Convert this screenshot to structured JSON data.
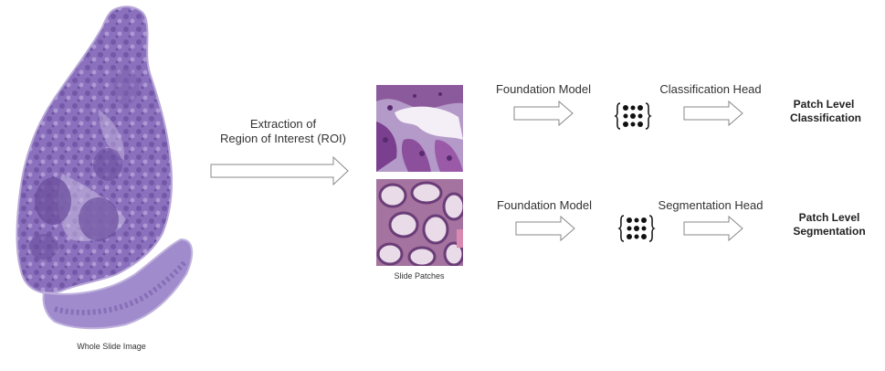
{
  "wsi": {
    "caption": "Whole Slide Image"
  },
  "roi": {
    "line1": "Extraction of",
    "line2": "Region of Interest (ROI)"
  },
  "patches": {
    "caption": "Slide Patches"
  },
  "row1": {
    "model_label": "Foundation Model",
    "head_label": "Classification Head",
    "output_line1": "Patch Level",
    "output_line2": "Classification"
  },
  "row2": {
    "model_label": "Foundation Model",
    "head_label": "Segmentation Head",
    "output_line1": "Patch Level",
    "output_line2": "Segmentation"
  },
  "colors": {
    "tissue_dark": "#6b4f9e",
    "tissue_mid": "#9a84c6",
    "tissue_light": "#c9bde0",
    "stroma_pink": "#c98fb0",
    "arrow_stroke": "#888888"
  }
}
